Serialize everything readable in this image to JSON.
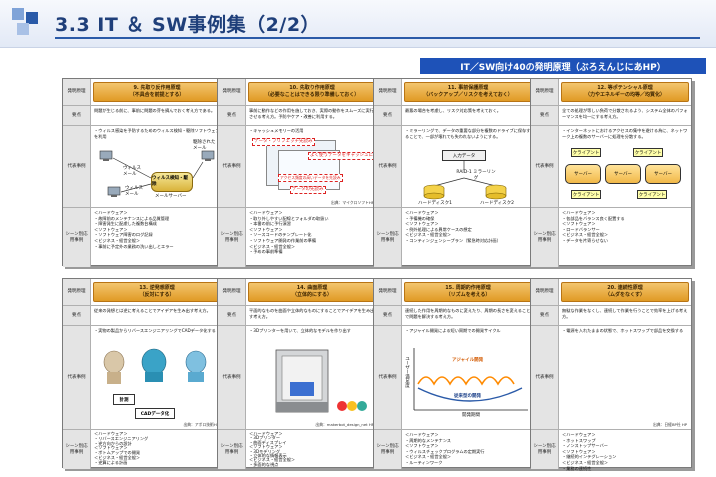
{
  "title": "3.3 IT ＆ SW事例集（2/2）",
  "subtitle": "IT／SW向け40の発明原理（ぶろえんじにあHP）",
  "labels": {
    "principle": "発明原理",
    "point": "要点",
    "example": "代表事例",
    "scene": "シーン別応用事例"
  },
  "colors": {
    "banner": "#1e52b8",
    "header": "#e09a25",
    "title": "#1f3f7a"
  },
  "panels": [
    {
      "header1": "9. 先取り反作用原理",
      "header2": "（不具合を前提とする）",
      "point": "問題が生じる前に、事前に問題の芽を摘んでおく考え方である。",
      "example": "・ウィルス感染を予防するためのウィルス検知・駆除ソフトウェアを利用",
      "fig": {
        "virus_mail_left": "ウィルスメール",
        "virus_mail_right": "駆除されたメール",
        "virus_mail_bottom": "ウィルスメール",
        "server": "ウィルス検知・駆除",
        "mail_server": "メールサーバー"
      },
      "credit": "",
      "scene": [
        "＜ハードウェア＞",
        "・故障前のメンテナンスによる品質管理",
        "・障害発生に配慮した複数台構成",
        "＜ソフトウェア＞",
        "・ソフトウェア障害のログ記録",
        "＜ビジネス・経営全般＞",
        "・事前に予定外の業務の洗い出しとエラー"
      ]
    },
    {
      "header1": "10. 先取り作用原理",
      "header2": "（必要なことはできる限り準備しておく）",
      "point": "事前に動作などの作用を施しておき、実際の動作をスムーズに実行させる考え方。予防やケア・改善に利用する。",
      "example": "・キャッシュメモリーの活用",
      "fig": {
        "label1": "データ・プリフェッチ先読み",
        "label2": "よく使うデータをキャッシュに",
        "label3": "アクセス頻度の高いデータを先読み",
        "label4": "データの先読み"
      },
      "credit": "出典：マイクロソフトHP",
      "scene": [
        "＜ハードウェア＞",
        "・取り外しやすい配線とフォルダの取扱い",
        "・本番の前に予行演習",
        "＜ソフトウェア＞",
        "・ソースコードのテンプレート化",
        "・ソフトウェア開発の作業前の準備",
        "＜ビジネス・経営全般＞",
        "・予めの事前準備"
      ]
    },
    {
      "header1": "11. 事前保護原理",
      "header2": "（バックアップ／リスクを考えておく）",
      "point": "最悪の場合を考慮し、リスク対応策を考えておく。",
      "example": "・ミラーリングで、データの重要な部分を複数のドライブに保存することで、一部が壊れても失われないようにする。",
      "fig": {
        "input": "入力データ",
        "raid": "RAID-1 ミラーリング",
        "disk1": "ハードディスク1",
        "disk2": "ハードディスク2"
      },
      "credit": "",
      "scene": [
        "＜ハードウェア＞",
        "・予備機の確保",
        "＜ソフトウェア＞",
        "・例外処理による異常ケースの想定",
        "＜ビジネス・経営全般＞",
        "・コンティンジェンシープラン（緊急時対応計画）"
      ]
    },
    {
      "header1": "12. 等ポテンシャル原理",
      "header2": "（力やエネルギーの均等／均質化）",
      "point": "全ての処理が等しい負荷で分散されるよう、システム全体のパフォーマンスを均一にする考え方。",
      "example": "・インターネットにおけるアクセスの集中を避ける為に、ネットワーク上の複数のサーバーに処理を分散する。",
      "fig": {
        "client": "クライアント",
        "server": "サーバー"
      },
      "credit": "",
      "scene": [
        "＜ハードウェア＞",
        "・各部品をバランス良く配置する",
        "＜ソフトウェア＞",
        "・ロードバランサー",
        "＜ビジネス・経営全般＞",
        "・データを片寄らせない"
      ]
    },
    {
      "header1": "13. 逆発想原理",
      "header2": "（反対にする）",
      "point": "従来の発想とは逆に考えることでアイデアを生み出す考え方。",
      "example": "・実物の製品からリバースエンジニアリングでCADデータ化する",
      "fig": {
        "measure": "計測",
        "cad": "CADデータ化"
      },
      "credit": "出典：アポロ技術HP",
      "scene": [
        "＜ハードウェア＞",
        "・リバースエンジニアリング",
        "・逆方向からの設計",
        "＜ソフトウェア＞",
        "・ボトムアップでの開発",
        "＜ビジネス・経営全般＞",
        "・逆算による計画"
      ]
    },
    {
      "header1": "14. 曲面原理",
      "header2": "（立体的にする）",
      "point": "平面的なものを曲面や立体的なものにすることでアイデアを生み出す考え方。",
      "example": "・3Dプリンターを用いて、立体的なモデルを作り出す",
      "fig": {},
      "credit": "出典：makerbot_design_net HP",
      "scene": [
        "＜ハードウェア＞",
        "・3Dプリンター",
        "・曲面ディスプレイ",
        "＜ソフトウェア＞",
        "・3Dモデリング",
        "・立体的な情報表示",
        "＜ビジネス・経営全般＞",
        "・多面的な視点"
      ]
    },
    {
      "header1": "15. 周期的作用原理",
      "header2": "（リズムを考える）",
      "point": "連続した作用を周期的なものに変えたり、周期の長さを変えることで問題を解決する考え方。",
      "example": "・アジャイル開発による短い周期での開発サイクル",
      "fig": {
        "agile": "アジャイル開発",
        "waterfall": "従来型の開発",
        "xlabel": "開発期間",
        "ylabel": "ユーザー満足度"
      },
      "credit": "",
      "scene": [
        "＜ハードウェア＞",
        "・周期的なメンテナンス",
        "＜ソフトウェア＞",
        "・ウィルスチェックプログラムの定期実行",
        "＜ビジネス・経営全般＞",
        "・ルーティンワーク"
      ]
    },
    {
      "header1": "20. 連続性原理",
      "header2": "（ムダをなくす）",
      "point": "無駄な作業をなくし、連続して作業を行うことで効率を上げる考え方。",
      "example": "・電源を入れたままの状態で、ホットスワップで部品を交換する",
      "fig": {},
      "credit": "出典：日経BP社 HP",
      "scene": [
        "＜ハードウェア＞",
        "・ホットスワップ",
        "・ノンストップサーバー",
        "＜ソフトウェア＞",
        "・継続的インテグレーション",
        "＜ビジネス・経営全般＞",
        "・業務の連続性"
      ]
    }
  ]
}
